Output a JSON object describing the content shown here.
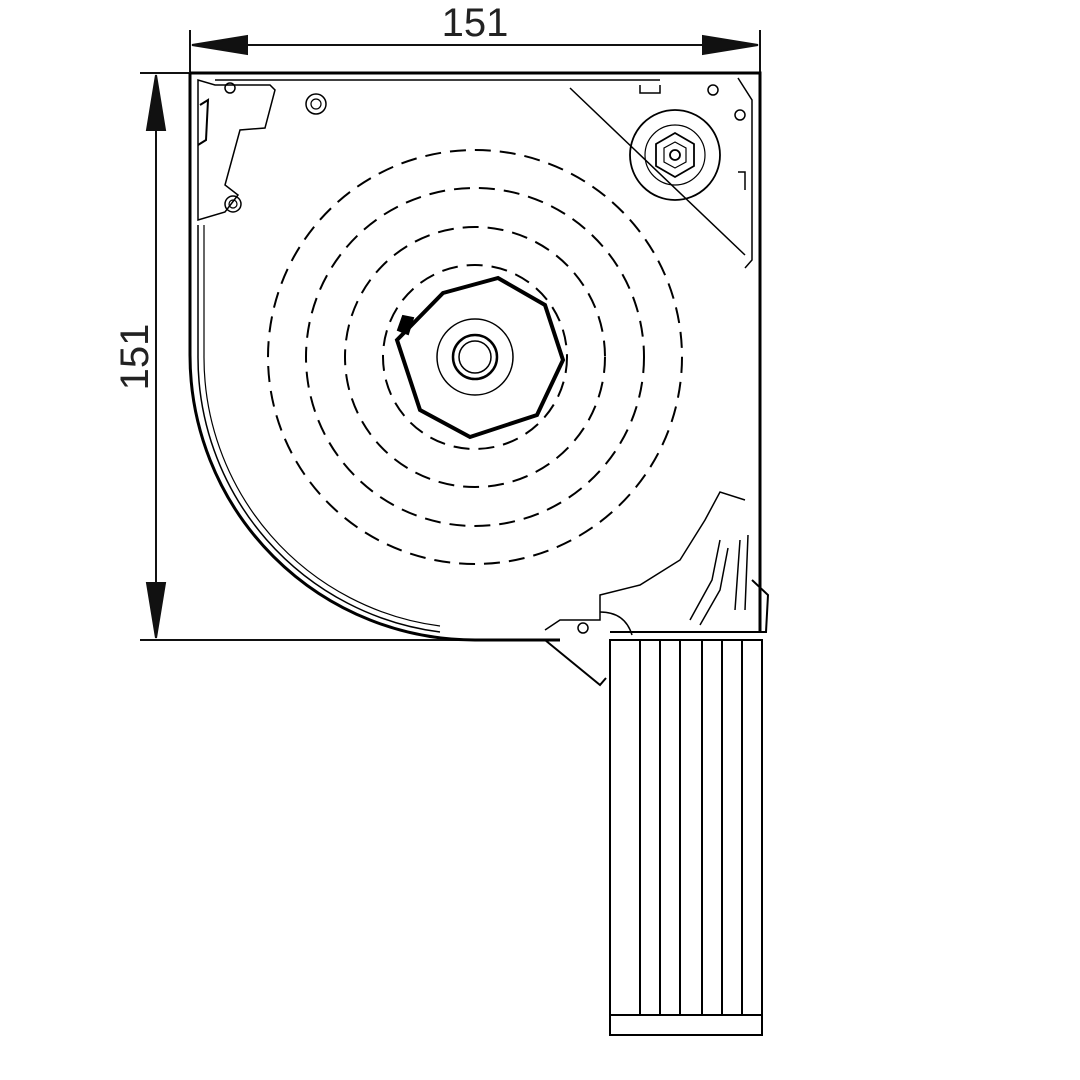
{
  "dimensions": {
    "width_label": "151",
    "height_label": "151"
  },
  "colors": {
    "line": "#000000",
    "dimension": "#111111",
    "background": "#ffffff"
  },
  "roll_layers": 4,
  "slat_count": 6
}
